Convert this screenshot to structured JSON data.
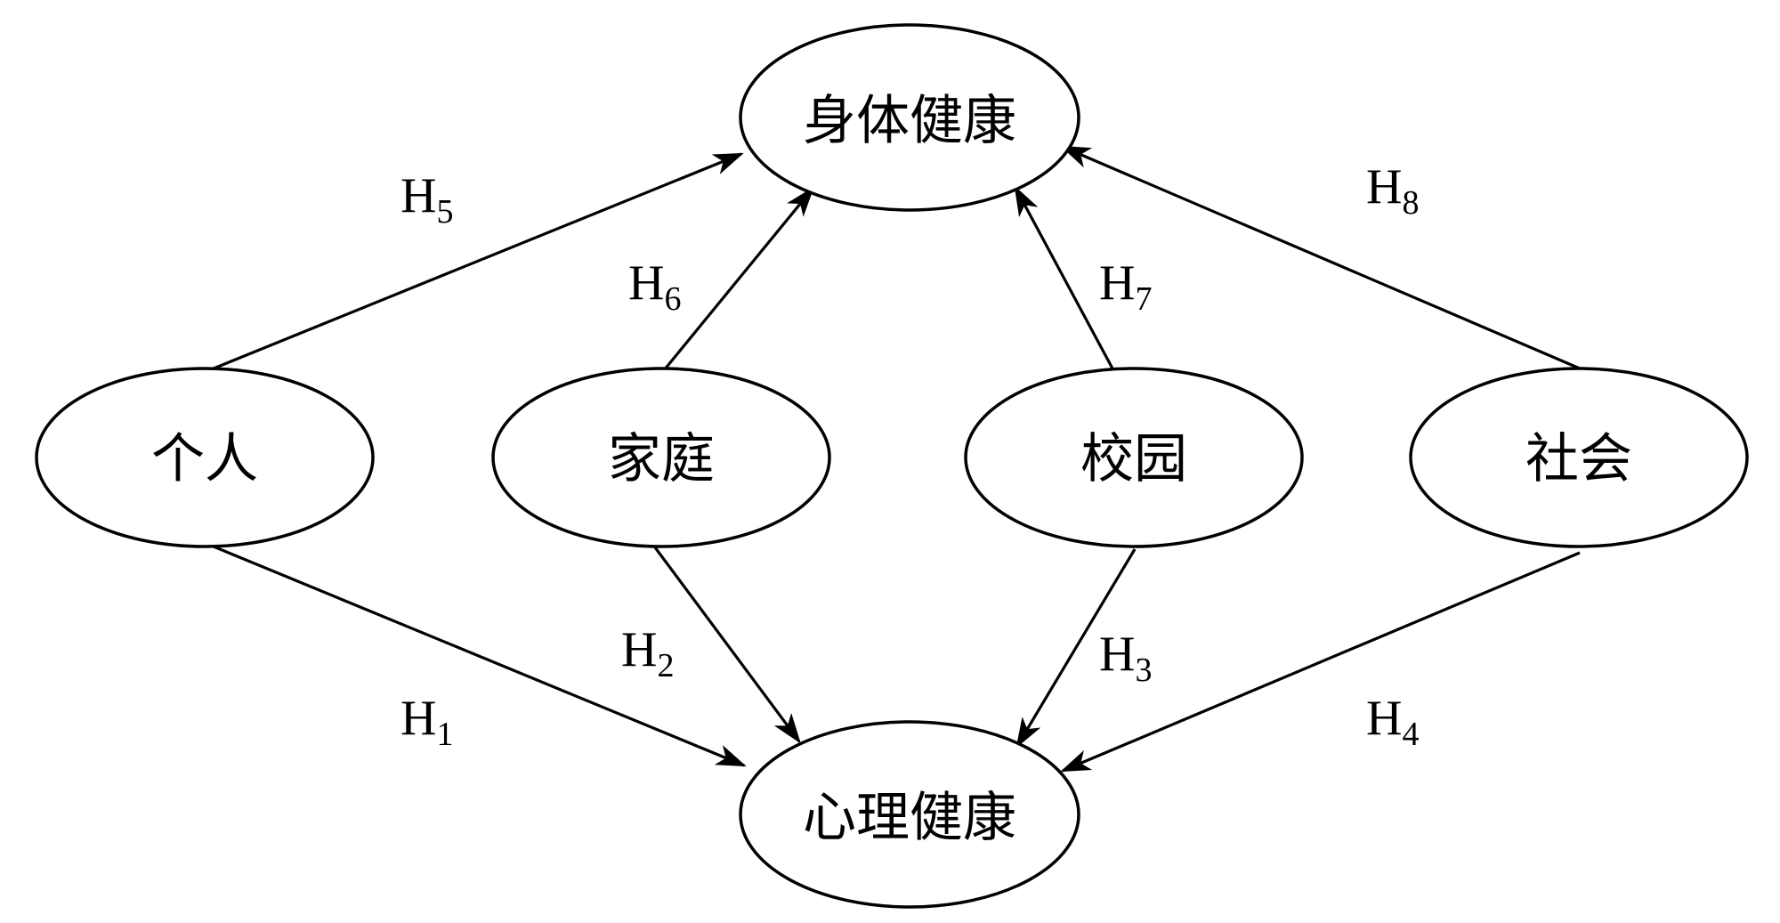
{
  "nodes": {
    "physical": "身体健康",
    "mental": "心理健康",
    "individual": "个人",
    "family": "家庭",
    "school": "校园",
    "society": "社会"
  },
  "edges": {
    "h1": {
      "letter": "H",
      "sub": "1"
    },
    "h2": {
      "letter": "H",
      "sub": "2"
    },
    "h3": {
      "letter": "H",
      "sub": "3"
    },
    "h4": {
      "letter": "H",
      "sub": "4"
    },
    "h5": {
      "letter": "H",
      "sub": "5"
    },
    "h6": {
      "letter": "H",
      "sub": "6"
    },
    "h7": {
      "letter": "H",
      "sub": "7"
    },
    "h8": {
      "letter": "H",
      "sub": "8"
    }
  },
  "colors": {
    "stroke": "#000000",
    "background": "#ffffff"
  }
}
